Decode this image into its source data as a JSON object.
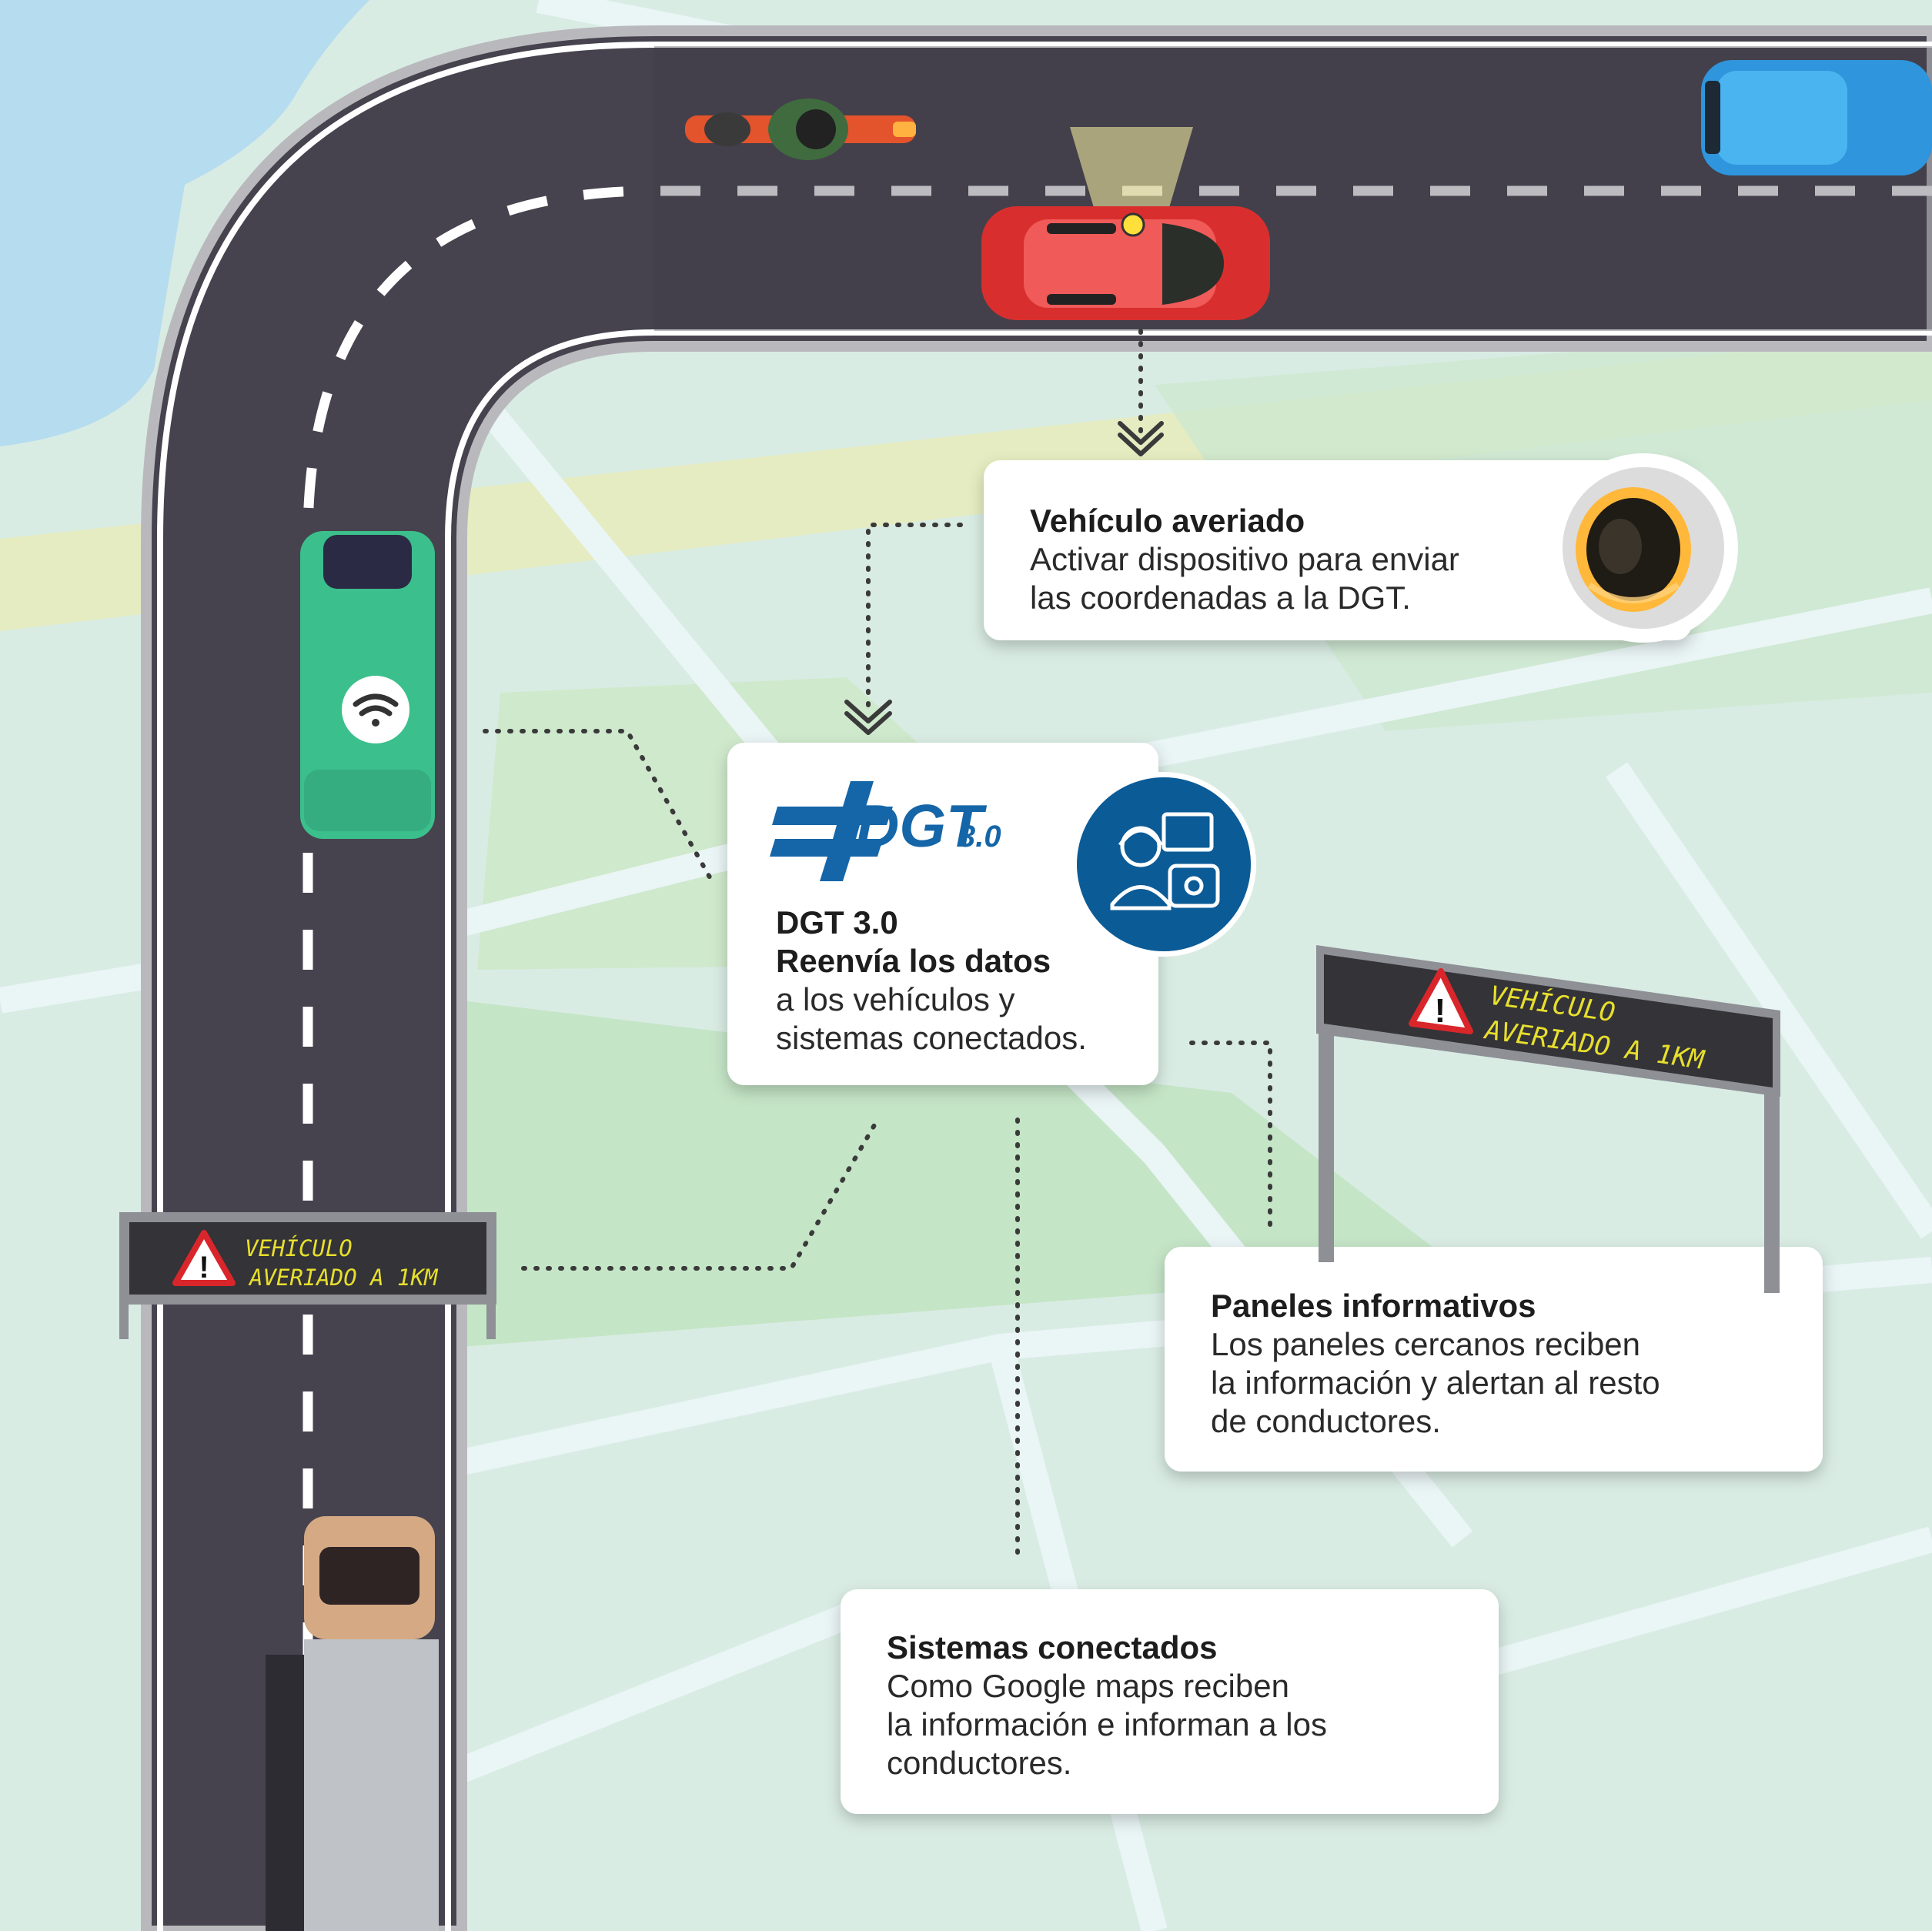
{
  "cards": {
    "broken_vehicle": {
      "title": "Vehículo averiado",
      "lines": [
        "Activar dispositivo para enviar",
        "las coordenadas a la DGT."
      ]
    },
    "dgt": {
      "logo_text": "DGT",
      "logo_version": "3.0",
      "title_lines": [
        "DGT 3.0",
        "Reenvía los datos"
      ],
      "lines": [
        "a los vehículos y",
        "sistemas conectados."
      ]
    },
    "panels": {
      "title": "Paneles informativos",
      "lines": [
        "Los paneles cercanos reciben",
        "la información y alertan al resto",
        "de conductores."
      ]
    },
    "systems": {
      "title": "Sistemas conectados",
      "lines": [
        "Como Google maps reciben",
        "la información e informan a los",
        "conductores."
      ]
    }
  },
  "signs": {
    "left": {
      "line1": "VEHÍCULO",
      "line2": "AVERIADO A 1KM"
    },
    "right": {
      "line1": "VEHÍCULO",
      "line2": "AVERIADO A 1KM"
    }
  },
  "icons": {
    "beacon": "v16-beacon-icon",
    "operator": "operator-icon",
    "wifi": "wifi-icon",
    "warning": "warning-triangle-icon"
  },
  "colors": {
    "road": "#46434e",
    "map_water": "#b6dcef",
    "map_park": "#c5e5c7",
    "map_sand": "#e7ecbc",
    "dgt_blue": "#0b5b97",
    "sign_text": "#e7df2c",
    "card_bg": "#ffffff"
  }
}
